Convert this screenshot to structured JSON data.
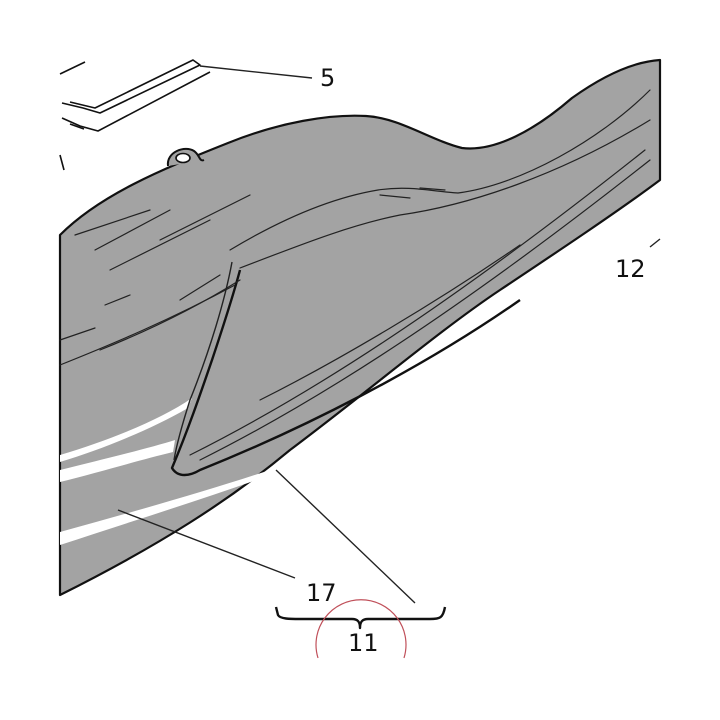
{
  "labels": {
    "ref_5": "5",
    "ref_12": "12",
    "ref_17": "17",
    "ref_11": "11"
  },
  "colors": {
    "part_fill": "#a3a3a3",
    "outline": "#111111",
    "highlight": "#ffffff",
    "leader": "#222222",
    "marker_circle": "#c0505a"
  }
}
